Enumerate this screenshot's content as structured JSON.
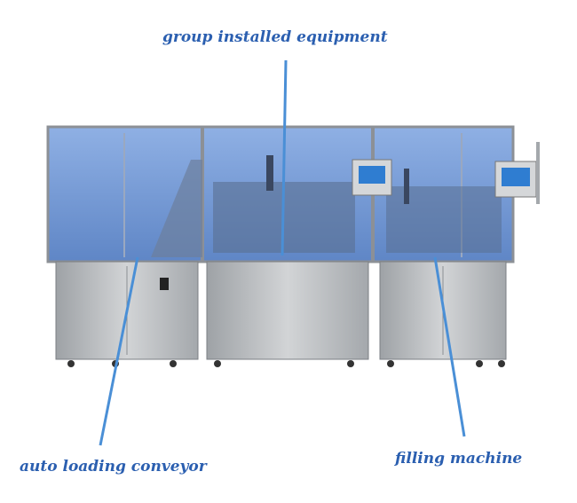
{
  "callouts": {
    "top": "group installed equipment",
    "left": "auto loading conveyor",
    "right": "filling machine"
  },
  "colors": {
    "callout_text": "#2b5fb0",
    "callout_line": "#4a8fd6",
    "glass": "#7fa3d8",
    "steel": "#b9bcbf"
  }
}
